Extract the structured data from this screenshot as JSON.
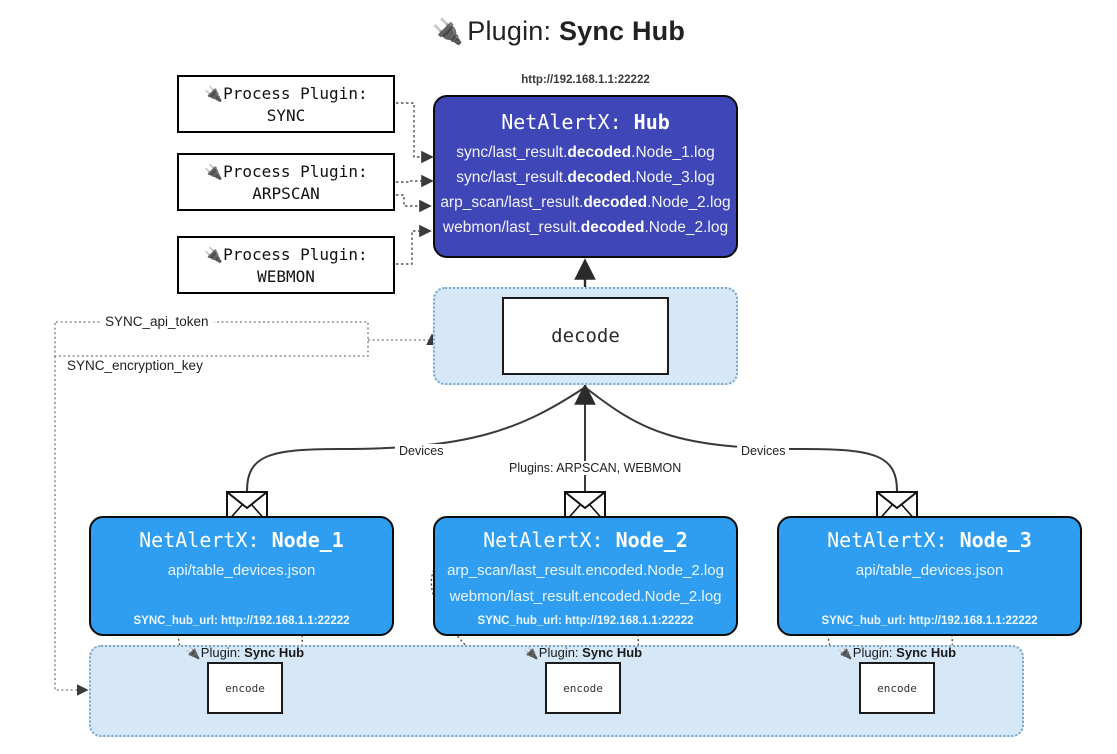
{
  "title": {
    "icon": "plug-icon",
    "prefix": "Plugin: ",
    "name": "Sync Hub"
  },
  "process_plugins": [
    {
      "line1": "Process Plugin:",
      "line2": "SYNC"
    },
    {
      "line1": "Process Plugin:",
      "line2": "ARPSCAN"
    },
    {
      "line1": "Process Plugin:",
      "line2": "WEBMON"
    }
  ],
  "hub": {
    "url": "http://192.168.1.1:22222",
    "title_prefix": "NetAlertX: ",
    "title_name": "Hub",
    "logs": [
      {
        "pre": "sync/last_result.",
        "mid": "decoded",
        "post": ".Node_1.log"
      },
      {
        "pre": "sync/last_result.",
        "mid": "decoded",
        "post": ".Node_3.log"
      },
      {
        "pre": "arp_scan/last_result.",
        "mid": "decoded",
        "post": ".Node_2.log"
      },
      {
        "pre": "webmon/last_result.",
        "mid": "decoded",
        "post": ".Node_2.log"
      }
    ]
  },
  "decode": {
    "label": "decode"
  },
  "secrets": [
    {
      "label": "SYNC_api_token"
    },
    {
      "label": "SYNC_encryption_key"
    }
  ],
  "edges": {
    "devices_left": "Devices",
    "devices_right": "Devices",
    "plugins_center": "Plugins: ARPSCAN, WEBMON"
  },
  "nodes": [
    {
      "title_prefix": "NetAlertX: ",
      "title_name": "Node_1",
      "lines": [
        "api/table_devices.json"
      ],
      "footer": "SYNC_hub_url: http://192.168.1.1:22222",
      "plugin_caption_prefix": "Plugin: ",
      "plugin_caption_name": "Sync Hub",
      "encode_label": "encode"
    },
    {
      "title_prefix": "NetAlertX: ",
      "title_name": "Node_2",
      "lines": [
        "arp_scan/last_result.encoded.Node_2.log",
        "webmon/last_result.encoded.Node_2.log"
      ],
      "footer": "SYNC_hub_url: http://192.168.1.1:22222",
      "plugin_caption_prefix": "Plugin: ",
      "plugin_caption_name": "Sync Hub",
      "encode_label": "encode"
    },
    {
      "title_prefix": "NetAlertX: ",
      "title_name": "Node_3",
      "lines": [
        "api/table_devices.json"
      ],
      "footer": "SYNC_hub_url: http://192.168.1.1:22222",
      "plugin_caption_prefix": "Plugin: ",
      "plugin_caption_name": "Sync Hub",
      "encode_label": "encode"
    }
  ],
  "colors": {
    "hub": "#3f46b8",
    "node": "#2f9ef0",
    "band": "#d6e8f8",
    "band_border": "#7aa6c8",
    "stroke": "#2b2b2b"
  },
  "icons": {
    "plug": "🔌",
    "envelope": "envelope-icon"
  }
}
